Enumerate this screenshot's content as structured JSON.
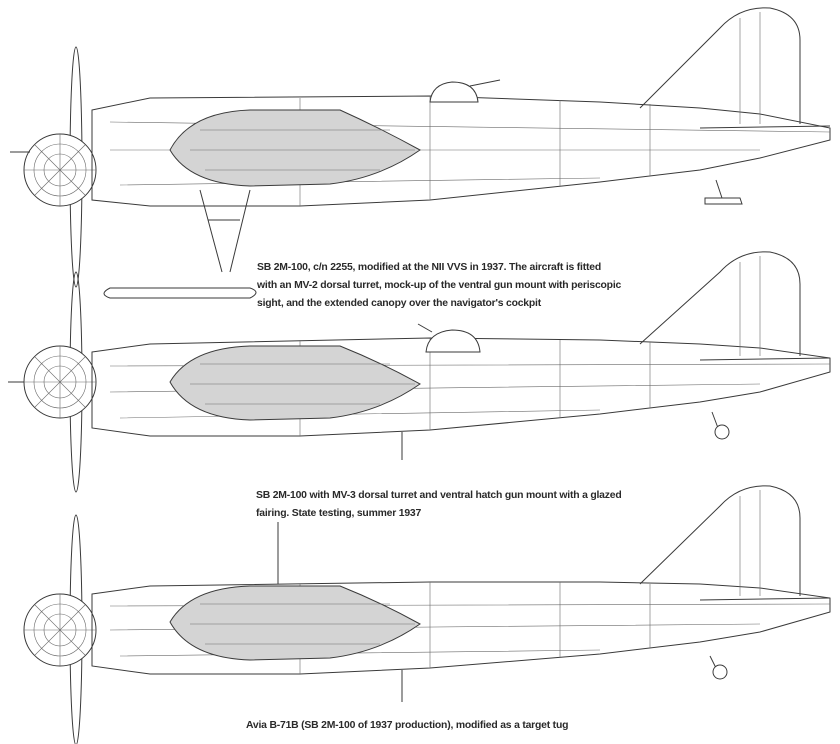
{
  "captions": {
    "sb_nii": {
      "line1": "SB 2M-100, c/n 2255, modified at the NII VVS in 1937. The aircraft is fitted",
      "line2": "with an MV-2 dorsal turret, mock-up of the ventral gun mount with periscopic",
      "line3": "sight, and the extended canopy over the navigator's cockpit"
    },
    "sb_mv3": {
      "line1": "SB 2M-100 with MV-3 dorsal turret and ventral hatch gun mount with a glazed",
      "line2": "fairing. State testing, summer 1937"
    },
    "avia": {
      "line1": "Avia B-71B (SB 2M-100 of 1937 production), modified as a target tug"
    }
  },
  "colors": {
    "linework": "#3a3a3a",
    "nacelle_fill": "#d4d4d4",
    "background": "#ffffff"
  }
}
